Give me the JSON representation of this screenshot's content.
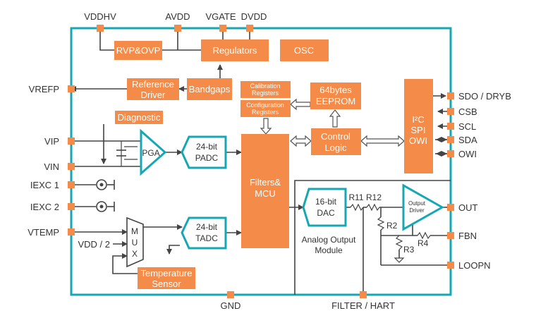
{
  "colors": {
    "orange": "#F58B48",
    "teal": "#16A7B5",
    "wire": "#444444",
    "text": "#333333"
  },
  "pins": {
    "vddhv": "VDDHV",
    "avdd": "AVDD",
    "vgate": "VGATE",
    "dvdd": "DVDD",
    "vrefp": "VREFP",
    "vip": "VIP",
    "vin": "VIN",
    "iexc1": "IEXC 1",
    "iexc2": "IEXC 2",
    "vtemp": "VTEMP",
    "vdd_half": "VDD / 2",
    "gnd": "GND",
    "filter_hart": "FILTER / HART",
    "sdo_dryb": "SDO / DRYB",
    "csb": "CSB",
    "scl": "SCL",
    "sda": "SDA",
    "owi": "OWI",
    "out": "OUT",
    "fbn": "FBN",
    "loopn": "LOOPN"
  },
  "blocks": {
    "rvp_ovp": "RVP&OVP",
    "regulators": "Regulators",
    "osc": "OSC",
    "reference_driver": [
      "Reference",
      "Driver"
    ],
    "bandgaps": "Bandgaps",
    "calibration_registers": [
      "Calibration",
      "Registers"
    ],
    "configuration_registers": [
      "Configuration",
      "Registers"
    ],
    "eeprom": [
      "64bytes",
      "EEPROM"
    ],
    "control_logic": [
      "Control",
      "Logic"
    ],
    "interface": [
      "I²C",
      "SPI",
      "OWI"
    ],
    "diagnostic": "Diagnostic",
    "pga": "PGA",
    "padc": [
      "24-bit",
      "PADC"
    ],
    "tadc": [
      "24-bit",
      "TADC"
    ],
    "filters_mcu": [
      "Filters&",
      "MCU"
    ],
    "mux": [
      "M",
      "U",
      "X"
    ],
    "temperature_sensor": [
      "Temperature",
      "Sensor"
    ],
    "dac": [
      "16-bit",
      "DAC"
    ],
    "output_driver": [
      "Output",
      "Driver"
    ],
    "analog_output_module": [
      "Analog Output",
      "Module"
    ]
  },
  "components": {
    "r11": "R11",
    "r12": "R12",
    "r2": "R2",
    "r3": "R3",
    "r4": "R4"
  }
}
